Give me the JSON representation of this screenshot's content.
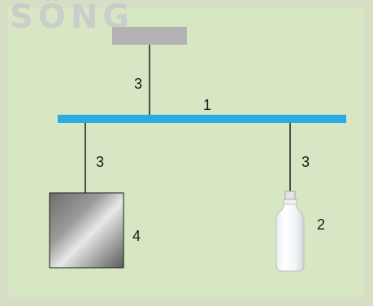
{
  "watermark_text": "SỐNG",
  "labels": {
    "rod": "1",
    "bottle": "2",
    "string_top": "3",
    "string_left": "3",
    "string_right": "3",
    "weight": "4"
  },
  "colors": {
    "background": "#d7e7c3",
    "rod": "#29abe2",
    "support": "#b3b3b3",
    "string": "#1a1a1a"
  }
}
